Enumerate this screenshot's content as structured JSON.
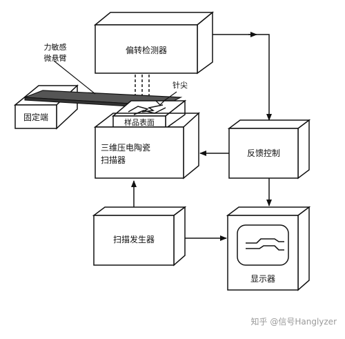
{
  "labels": {
    "deflection_detector": "偏转检测器",
    "cantilever_line1": "力敏感",
    "cantilever_line2": "微悬臂",
    "tip": "针尖",
    "fixed_end": "固定端",
    "sample_surface": "样品表面",
    "scanner_line1": "三维压电陶瓷",
    "scanner_line2": "扫描器",
    "feedback_control": "反馈控制",
    "scan_generator": "扫描发生器",
    "display": "显示器"
  },
  "watermark": "知乎 @信号Hanglyzer"
}
